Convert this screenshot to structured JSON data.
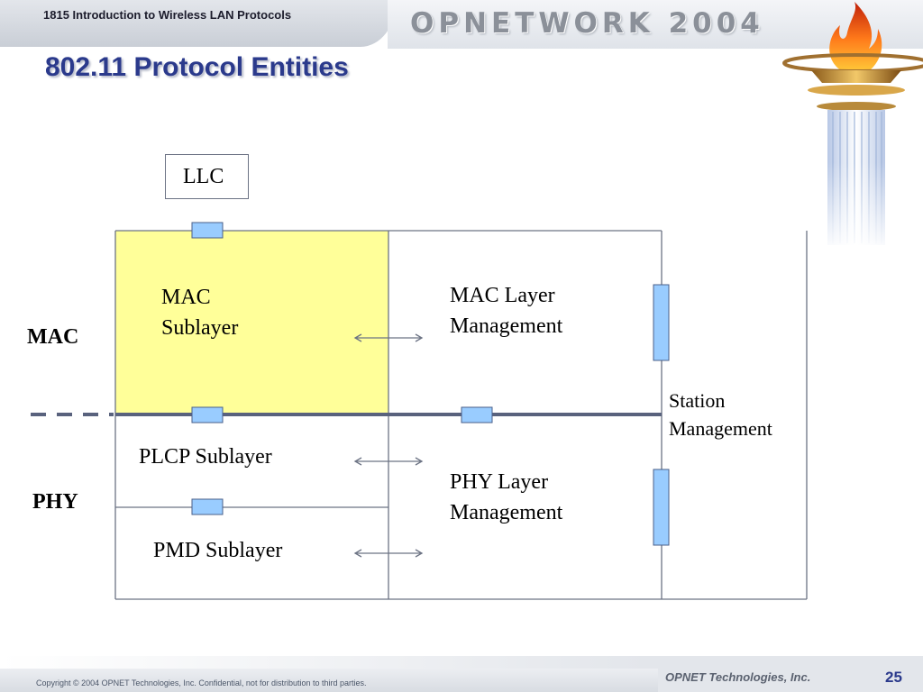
{
  "header": {
    "course": "1815 Introduction to Wireless LAN Protocols",
    "brand": "OPNETWORK 2004"
  },
  "slide": {
    "title": "802.11 Protocol Entities"
  },
  "diagram": {
    "llc": "LLC",
    "layers": {
      "mac": "MAC",
      "phy": "PHY"
    },
    "mac_sublayer": [
      "MAC",
      "Sublayer"
    ],
    "mac_layer_mgmt": [
      "MAC Layer",
      "Management"
    ],
    "plcp_sublayer": "PLCP Sublayer",
    "pmd_sublayer": "PMD Sublayer",
    "phy_layer_mgmt": [
      "PHY Layer",
      "Management"
    ],
    "station_mgmt": [
      "Station",
      "Management"
    ],
    "colors": {
      "mac_sublayer_fill": "#ffff99",
      "sap_fill": "#99ccff",
      "border": "#6c7384",
      "divider": "#59627d",
      "title": "#2b3a8c"
    }
  },
  "footer": {
    "copyright": "Copyright © 2004 OPNET Technologies, Inc.  Confidential, not for distribution to third parties.",
    "company": "OPNET Technologies, Inc.",
    "page": "25"
  }
}
